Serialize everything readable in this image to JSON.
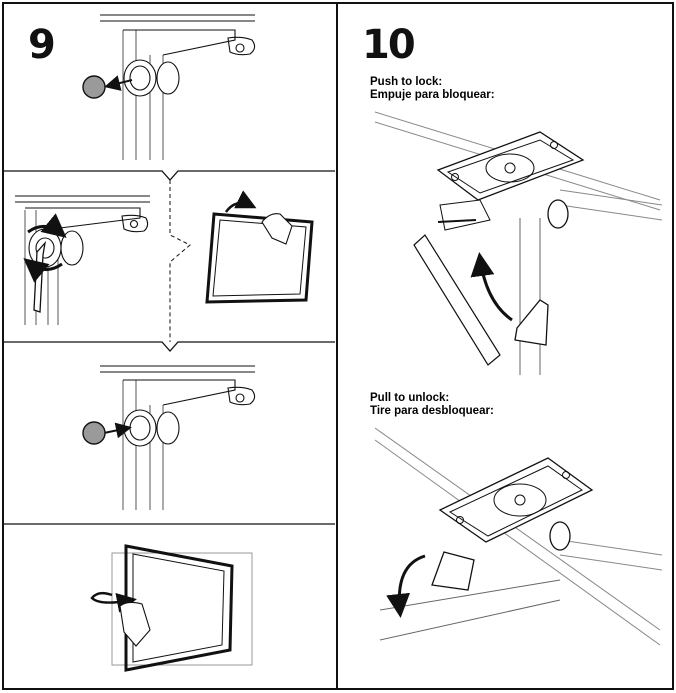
{
  "steps": {
    "step9": {
      "number": "9"
    },
    "step10": {
      "number": "10",
      "lock": {
        "en": "Push to lock:",
        "es": "Empuje para bloquear:"
      },
      "unlock": {
        "en": "Pull to unlock:",
        "es": "Tire para desbloquear:"
      }
    }
  },
  "colors": {
    "ink": "#111111",
    "cap_fill": "#9a9a9a",
    "line_light": "#555555"
  }
}
